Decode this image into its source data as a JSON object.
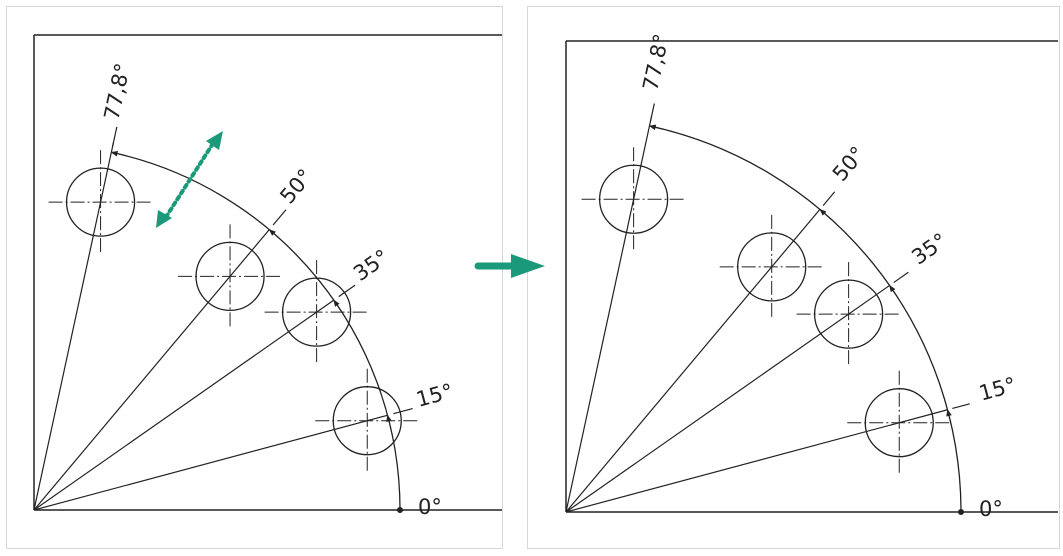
{
  "panels": [
    {
      "id": "before",
      "angle_labels": [
        "77,8°",
        "50°",
        "35°",
        "15°"
      ],
      "zero_label": "0°",
      "has_drag_arrow": true
    },
    {
      "id": "after",
      "angle_labels": [
        "77,8°",
        "50°",
        "35°",
        "15°"
      ],
      "zero_label": "0°",
      "has_drag_arrow": false
    }
  ],
  "colors": {
    "line": "#222222",
    "arrow": "#1a9a7a",
    "panel_border": "#d6d6d6"
  },
  "icons": {
    "transition": "right-arrow-icon",
    "drag": "double-headed-dotted-arrow-icon"
  }
}
